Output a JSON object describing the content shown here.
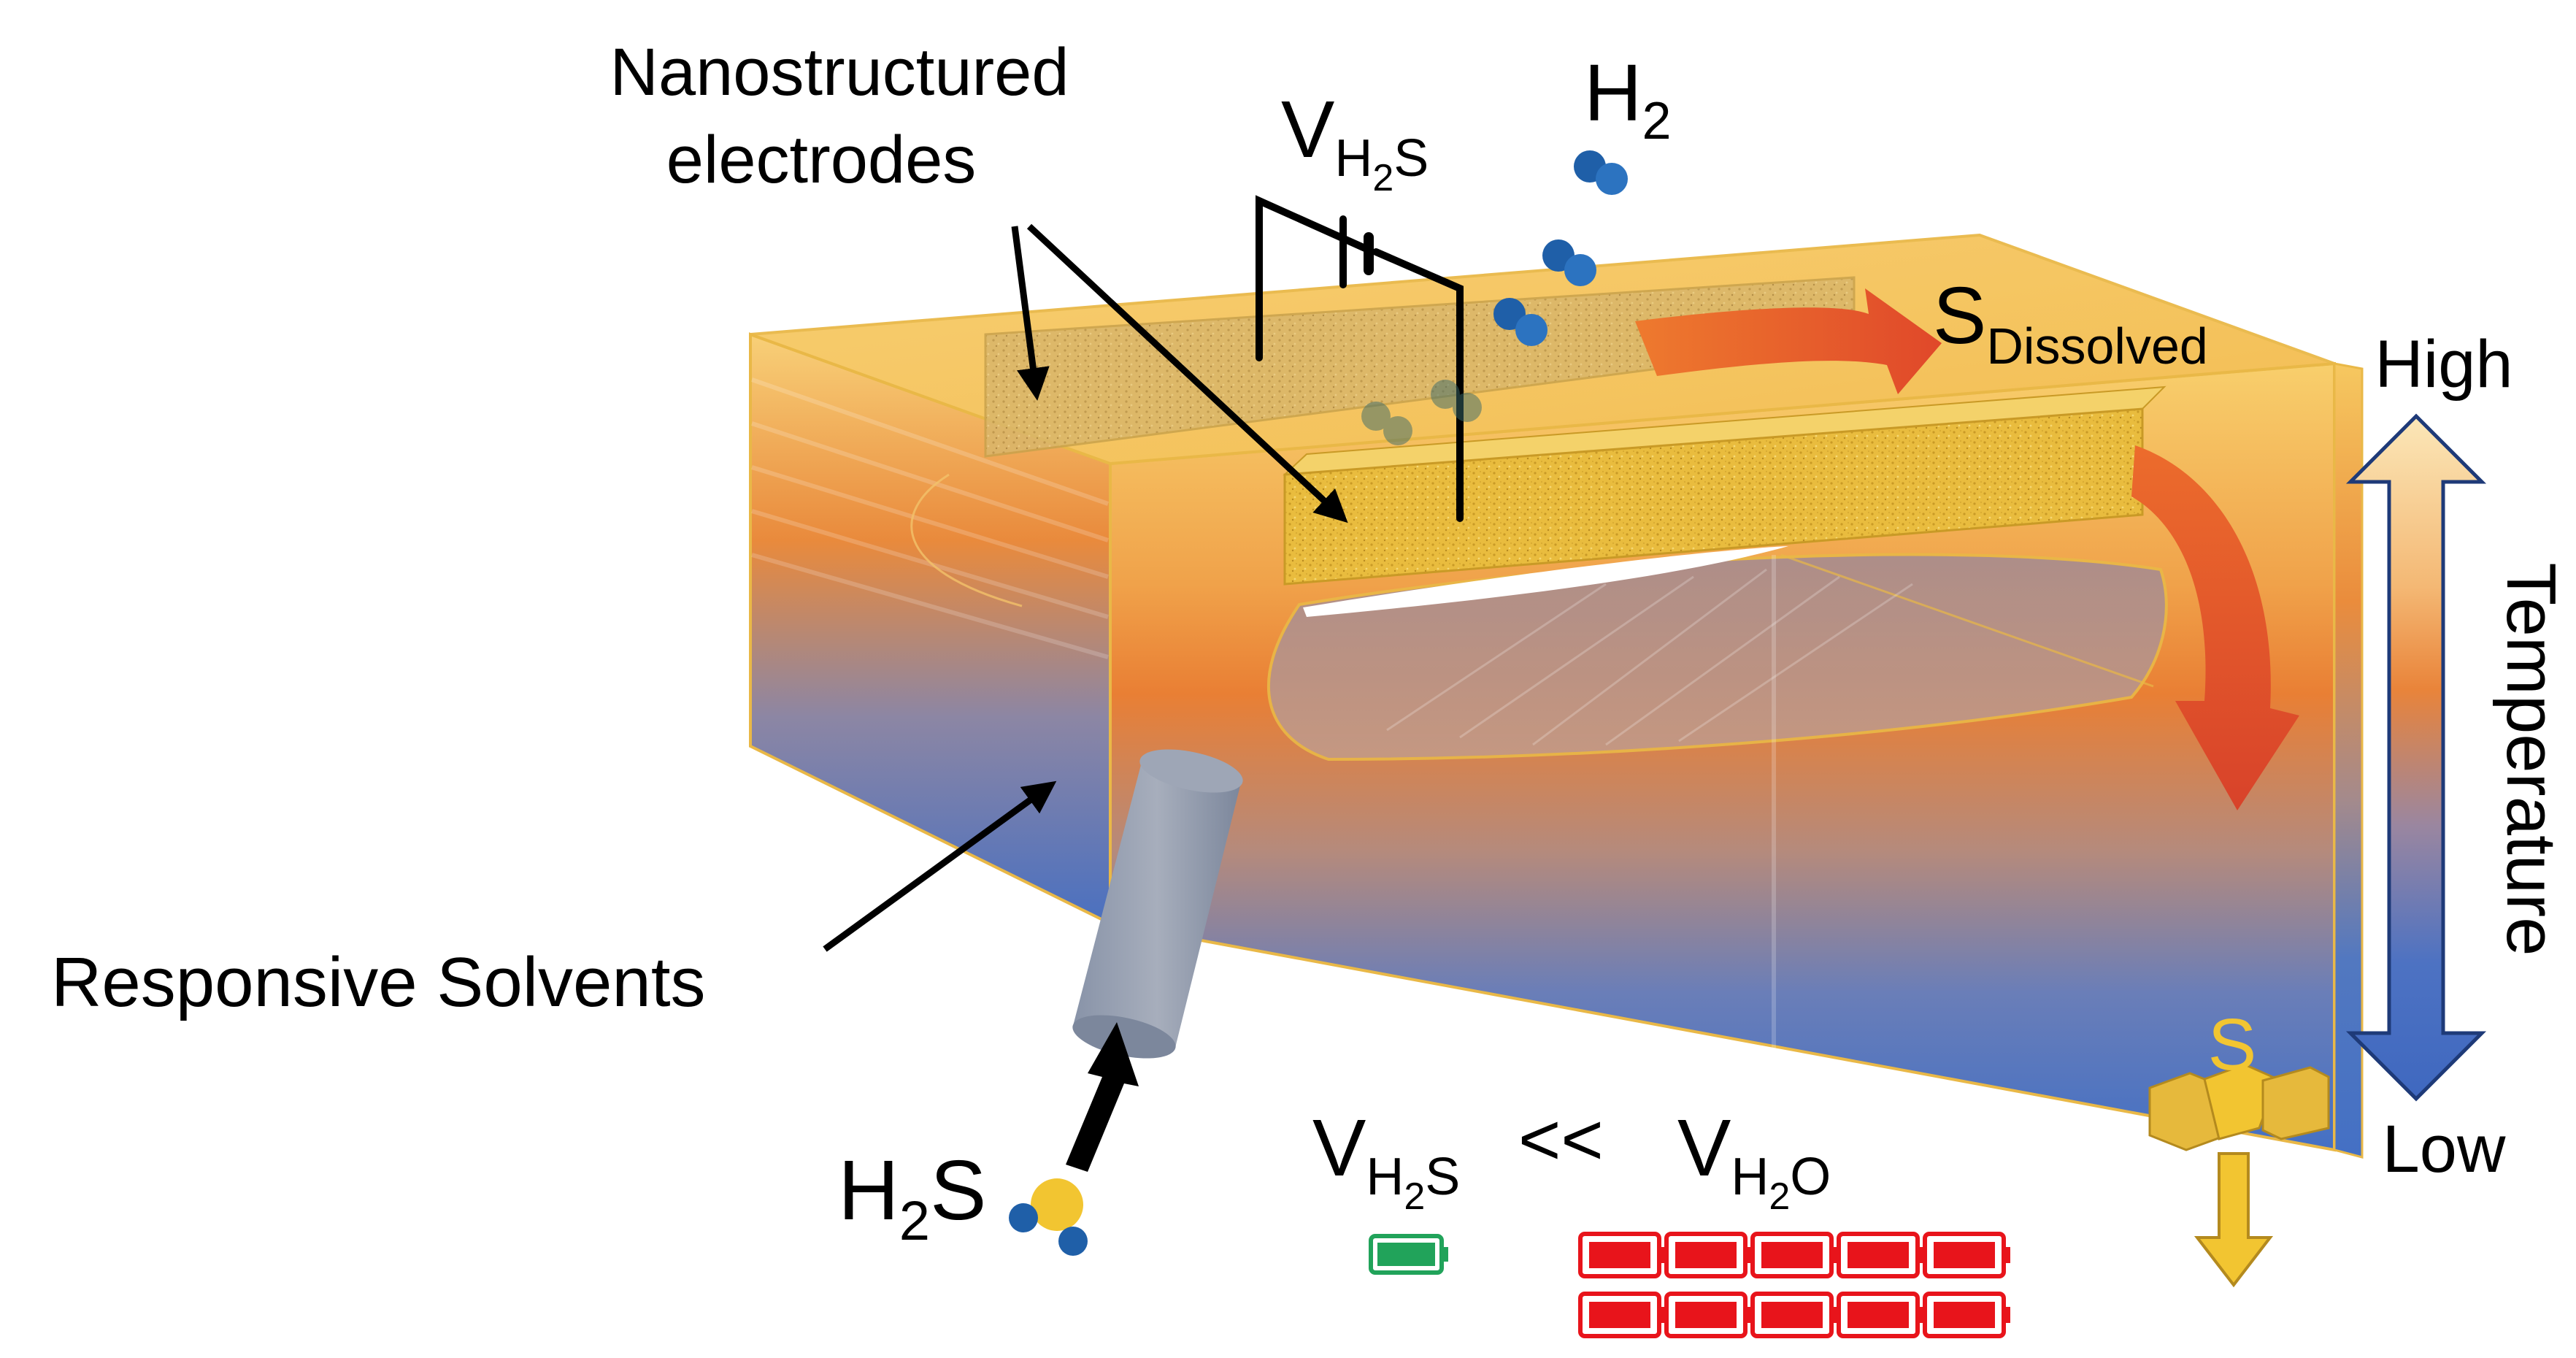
{
  "labels": {
    "nanostructured_line1": "Nanostructured",
    "nanostructured_line2": "electrodes",
    "v_h2s_top_main": "V",
    "v_h2s_top_sub_h": "H",
    "v_h2s_top_sub_2": "2",
    "v_h2s_top_sub_s": "S",
    "h2_main": "H",
    "h2_sub": "2",
    "s_dissolved_main": "S",
    "s_dissolved_sub": "Dissolved",
    "high": "High",
    "temperature": "Temperature",
    "low": "Low",
    "responsive_solvents": "Responsive Solvents",
    "h2s_main": "H",
    "h2s_sub": "2",
    "h2s_tail": "S",
    "s_solid": "S",
    "v_h2s_bottom_main": "V",
    "v_h2s_bottom_sub_h": "H",
    "v_h2s_bottom_sub_2": "2",
    "v_h2s_bottom_sub_s": "S",
    "much_less_than": "<<",
    "v_h2o_main": "V",
    "v_h2o_sub_h": "H",
    "v_h2o_sub_2": "2",
    "v_h2o_sub_o": "O"
  },
  "colors": {
    "hot": "#F5C04A",
    "mid": "#E8772E",
    "cold": "#4470C4",
    "electrode": "#E6B93C",
    "sulfur": "#F2C531",
    "battery_small": "#21A35A",
    "battery_large": "#E8141B",
    "flow_arrow": "#E8502A",
    "molecule_blue": "#1F5FA8"
  },
  "icons": {
    "small_battery": "battery-icon",
    "large_battery_bank": "battery-bank-icon"
  },
  "battery_bank": {
    "rows": 2,
    "per_row": 5
  }
}
